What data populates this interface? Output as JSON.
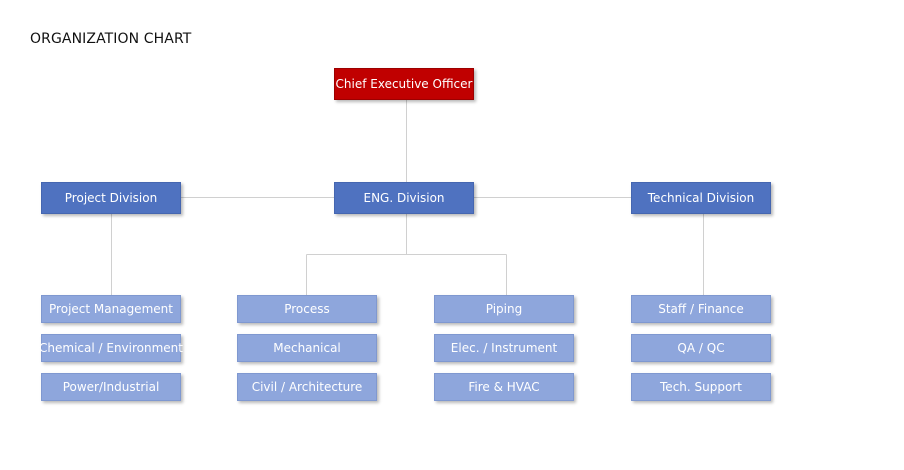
{
  "title": "ORGANIZATION CHART",
  "colors": {
    "executive": "#c00000",
    "division": "#4f72c0",
    "department": "#8ea6dc",
    "connector": "#d0d0d0"
  },
  "org": {
    "ceo": "Chief Executive Officer",
    "divisions": [
      {
        "name": "Project Division",
        "departments": [
          "Project Management",
          "Chemical / Environment",
          "Power/Industrial"
        ]
      },
      {
        "name": "ENG. Division",
        "departments": [
          "Process",
          "Mechanical",
          "Civil / Architecture",
          "Piping",
          "Elec. / Instrument",
          "Fire & HVAC"
        ]
      },
      {
        "name": "Technical Division",
        "departments": [
          "Staff / Finance",
          "QA / QC",
          "Tech. Support"
        ]
      }
    ]
  }
}
